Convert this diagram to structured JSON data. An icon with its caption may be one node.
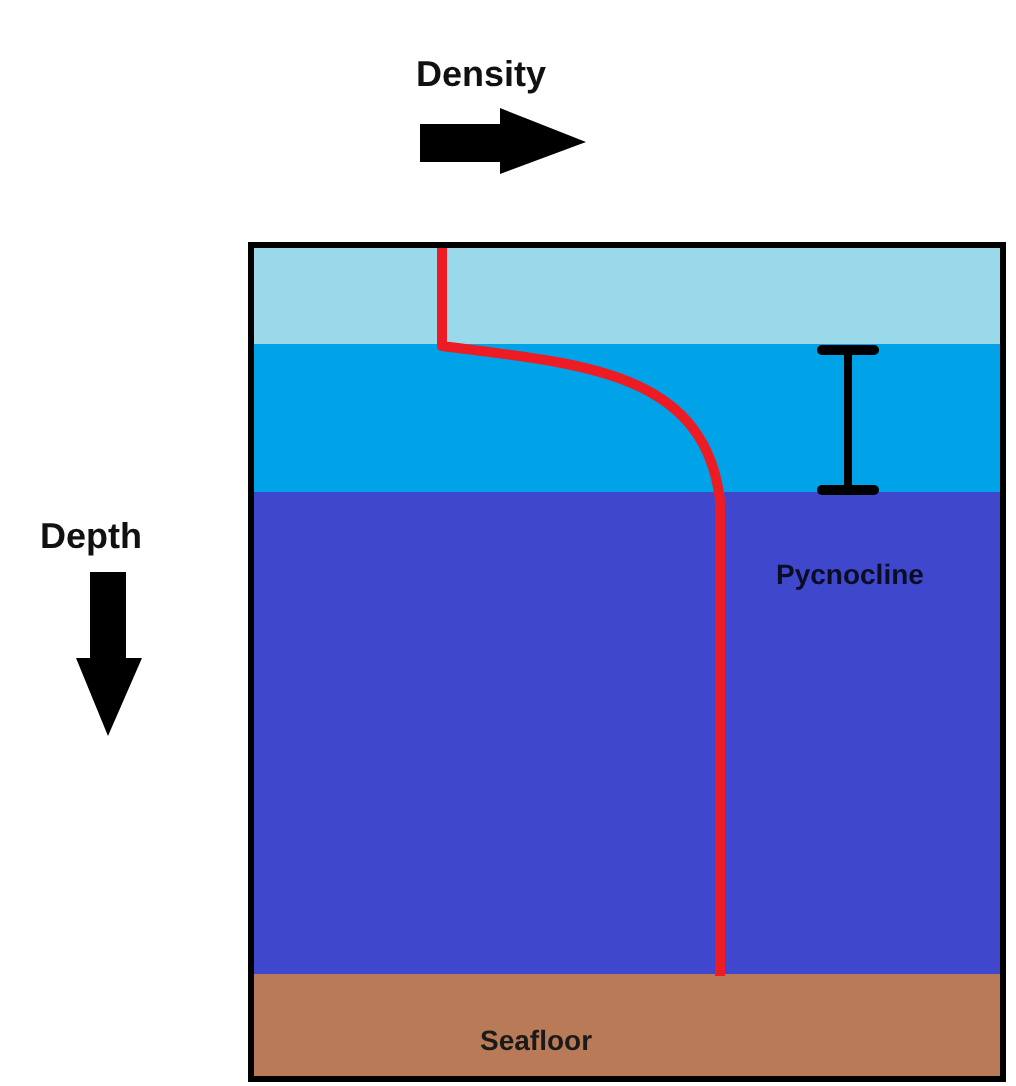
{
  "diagram": {
    "nodes": [
      {
        "text": [],
        "shape": "box"
      },
      {
        "text": [],
        "shape": "band",
        "in": 0
      },
      {
        "text": [],
        "shape": "band",
        "in": 0
      },
      {
        "text": [],
        "shape": "band",
        "in": 0
      },
      {
        "text": [
          "Seafloor"
        ],
        "in": 0
      }
    ],
    "labels": [
      "Density",
      "Depth",
      "Pycnocline"
    ]
  }
}
